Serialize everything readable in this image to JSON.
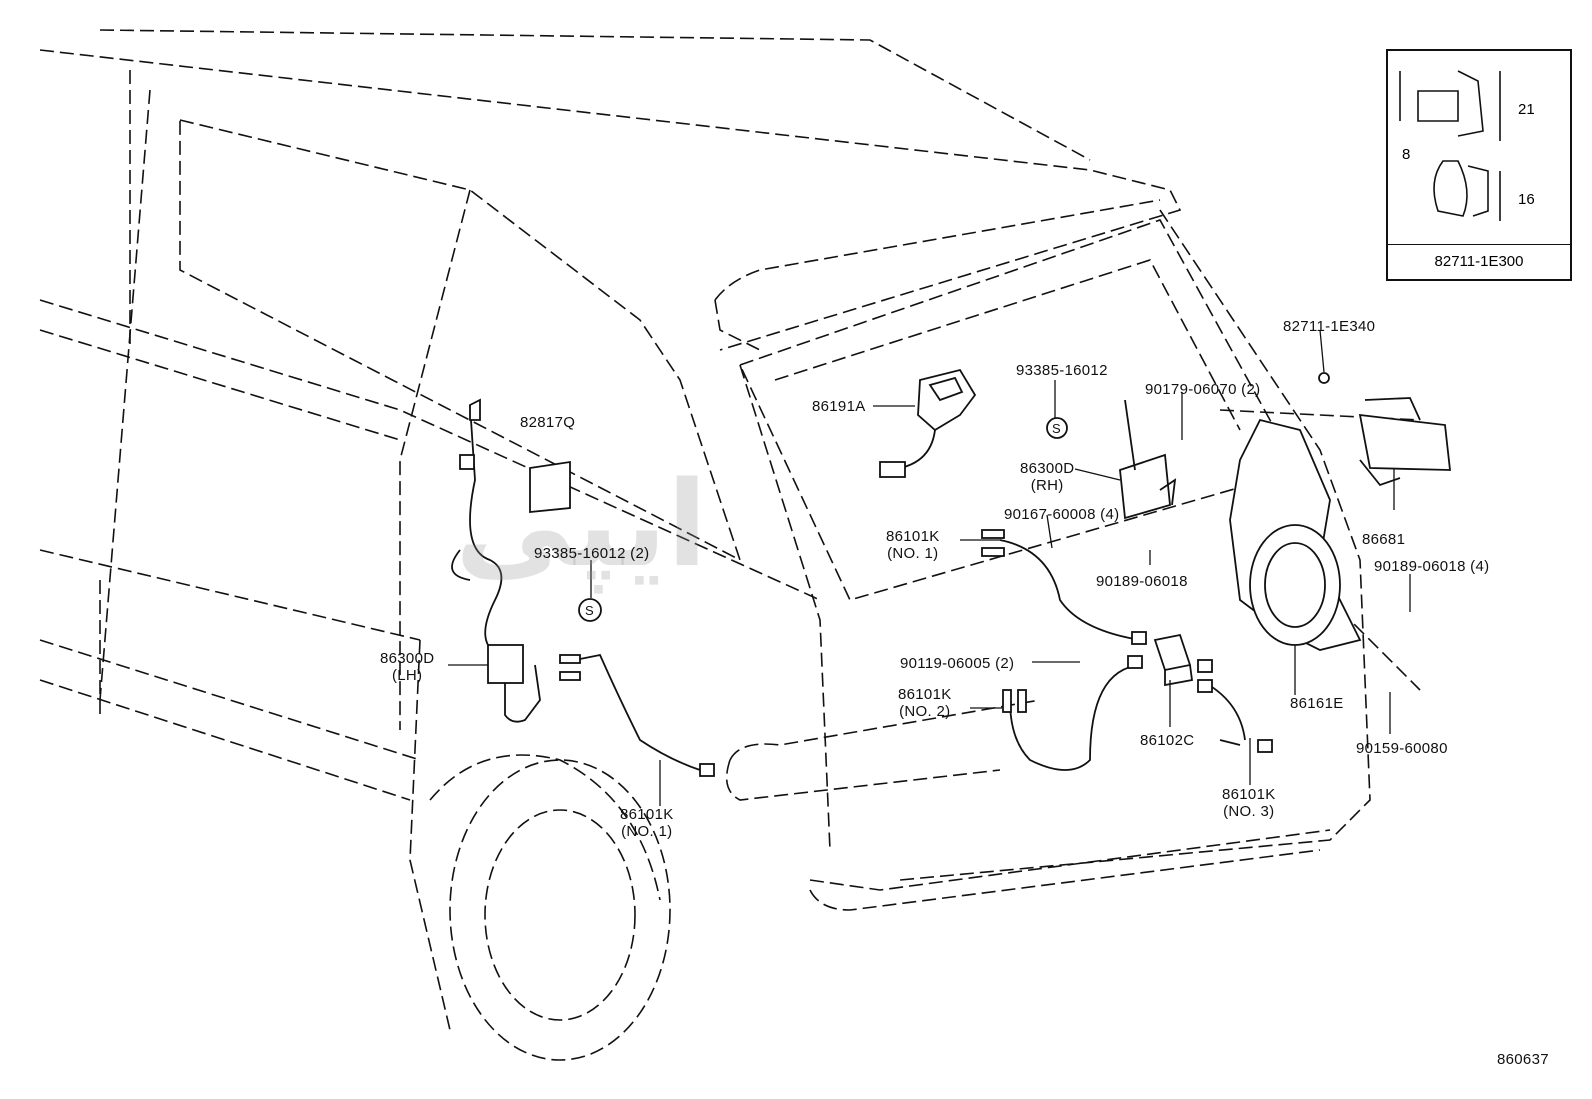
{
  "diagram": {
    "figure_number": "860637",
    "watermark": "ايپى",
    "inset": {
      "part_number": "82711-1E300",
      "dim_upper": "21",
      "dim_lower": "16",
      "dim_side": "8"
    },
    "labels": {
      "p82711_1E340": "82711-1E340",
      "p90179": "90179-06070 (2)",
      "p86681": "86681",
      "p90189_4": "90189-06018 (4)",
      "p86161E": "86161E",
      "p90159": "90159-60080",
      "p86101K_3": "86101K",
      "p86101K_3_sub": "(NO. 3)",
      "p86102C": "86102C",
      "p90119": "90119-06005 (2)",
      "p86101K_2": "86101K",
      "p86101K_2_sub": "(NO. 2)",
      "p90189": "90189-06018",
      "p86300D_rh": "86300D",
      "p86300D_rh_sub": "(RH)",
      "p90167": "90167-60008 (4)",
      "p86101K_1r": "86101K",
      "p86101K_1r_sub": "(NO. 1)",
      "p93385_1": "93385-16012",
      "p86191A": "86191A",
      "p82817Q": "82817Q",
      "p93385_2": "93385-16012 (2)",
      "p86300D_lh": "86300D",
      "p86300D_lh_sub": "(LH)",
      "p86101K_1l": "86101K",
      "p86101K_1l_sub": "(NO. 1)",
      "s_symbol": "S"
    }
  }
}
